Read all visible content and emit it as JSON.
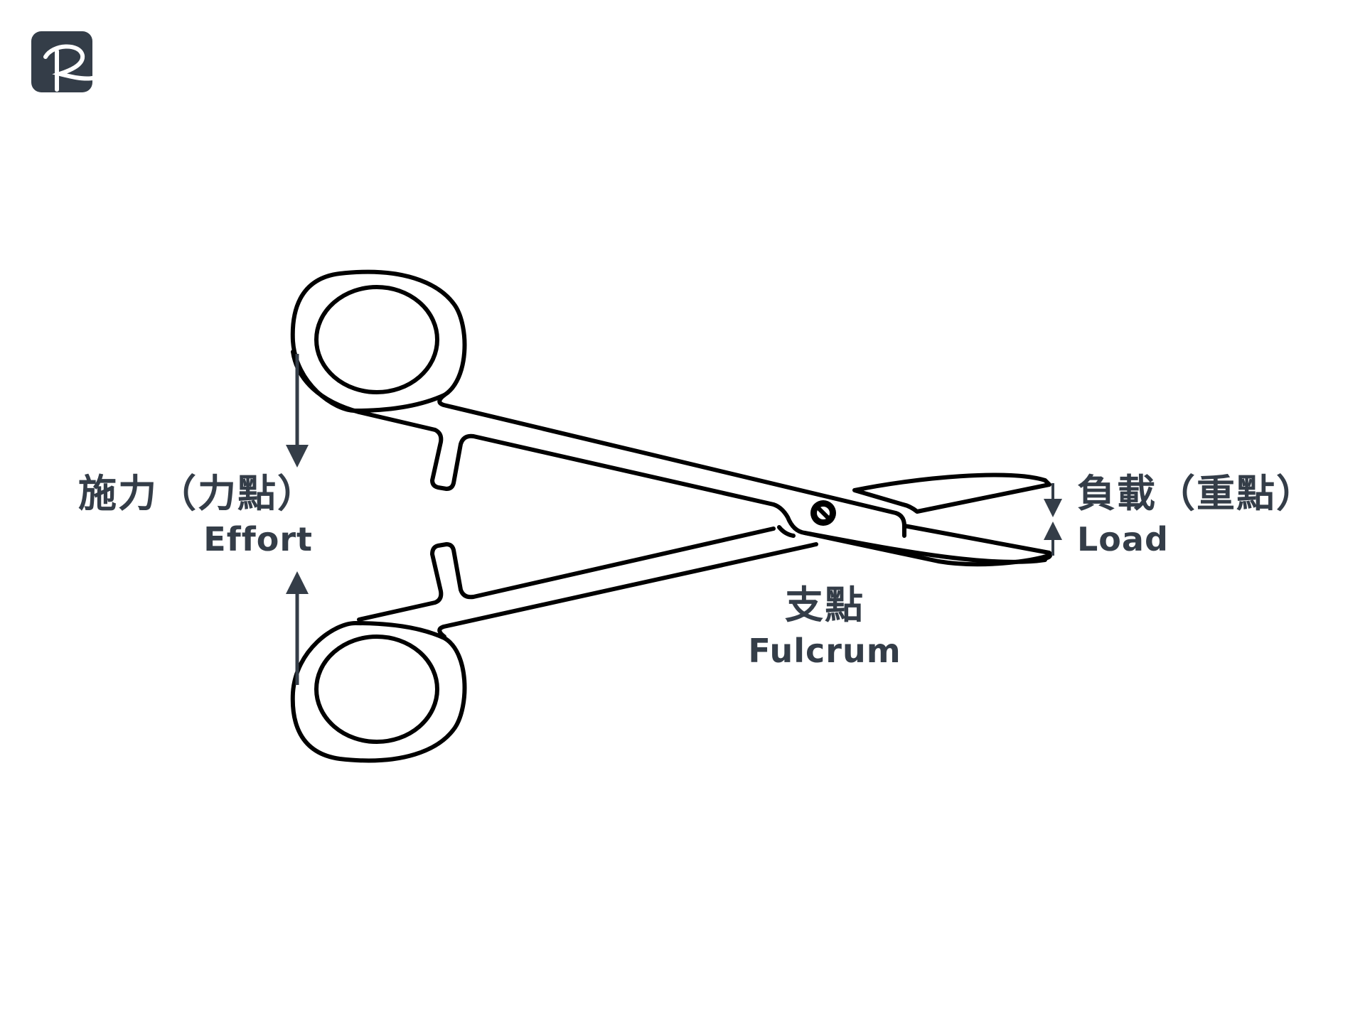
{
  "logo": {
    "icon": "brand-logo-icon",
    "color": "#343d48"
  },
  "labels": {
    "effort_zh": "施力（力點）",
    "effort_en": "Effort",
    "load_zh": "負載（重點）",
    "load_en": "Load",
    "fulcrum_zh": "支點",
    "fulcrum_en": "Fulcrum"
  },
  "colors": {
    "outline": "#000000",
    "text": "#343d48",
    "arrow": "#343d48",
    "background": "#ffffff"
  }
}
